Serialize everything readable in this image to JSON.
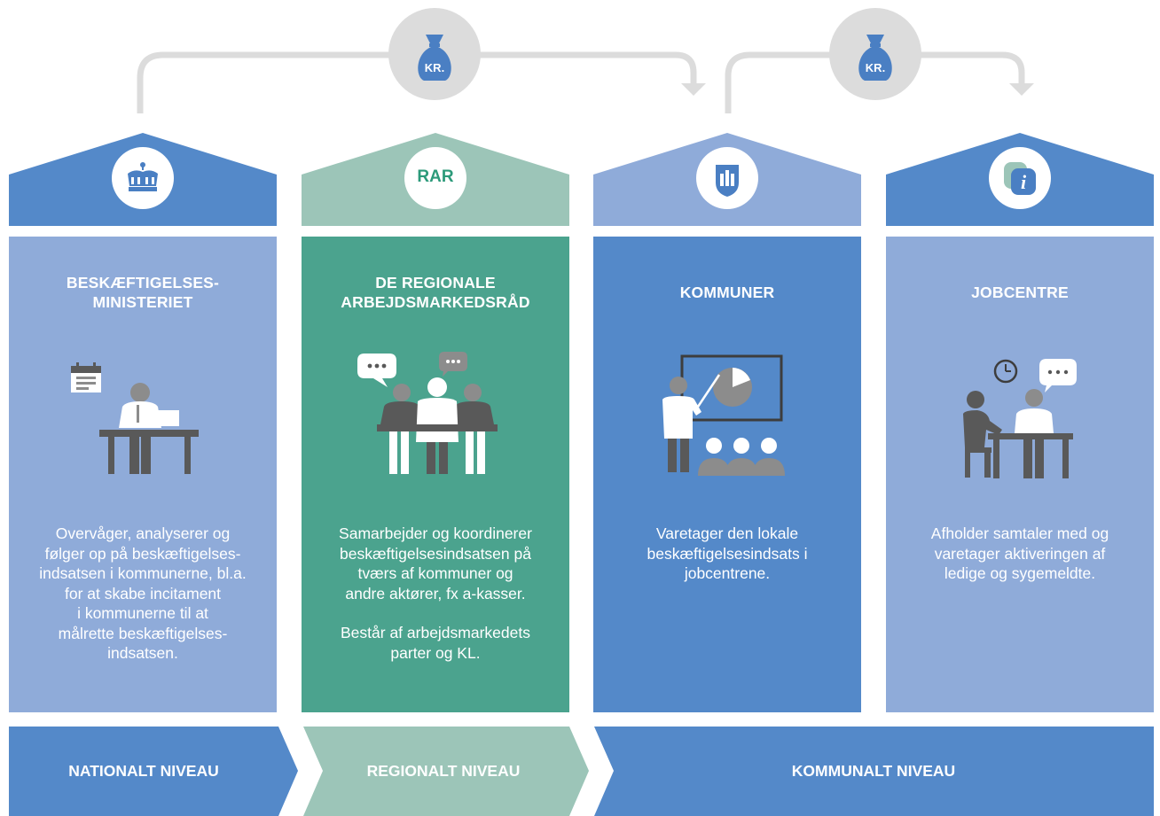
{
  "money_flow": {
    "badge_1": {
      "icon": "money-bag-icon",
      "label": "KR."
    },
    "badge_2": {
      "icon": "money-bag-icon",
      "label": "KR."
    }
  },
  "columns": [
    {
      "id": "ministeriet",
      "roof_icon": "crown-icon",
      "title_lines": [
        "BESKÆFTIGELSES-",
        "MINISTERIET"
      ],
      "illustration": "person-at-desk-with-calendar-icon",
      "description": [
        "Overvåger, analyserer og",
        "følger op på beskæftigelses-",
        "indsatsen i kommunerne, bl.a.",
        "for at skabe incitament",
        "i kommunerne til at",
        "målrette beskæftigelses-",
        "indsatsen."
      ],
      "roof_color": "#5489c9",
      "panel_color": "#8fabd9"
    },
    {
      "id": "rar",
      "roof_icon": "rar-logo",
      "roof_text": "RAR",
      "title_lines": [
        "DE REGIONALE",
        "ARBEJDSMARKEDSRÅD"
      ],
      "illustration": "group-meeting-icon",
      "description": [
        "Samarbejder og koordinerer",
        "beskæftigelsesindsatsen på",
        "tværs af kommuner og",
        "andre aktører, fx a-kasser."
      ],
      "description_2": [
        "Består af arbejdsmarkedets",
        "parter og KL."
      ],
      "roof_color": "#9cc5b8",
      "panel_color": "#4ba38e"
    },
    {
      "id": "kommuner",
      "roof_icon": "municipality-shield-icon",
      "title_lines": [
        "KOMMUNER"
      ],
      "illustration": "presentation-icon",
      "description": [
        "Varetager den lokale",
        "beskæftigelsesindsats i",
        "jobcentrene."
      ],
      "roof_color": "#8fabd9",
      "panel_color": "#5489c9"
    },
    {
      "id": "jobcentre",
      "roof_icon": "jobcenter-logo-icon",
      "title_lines": [
        "JOBCENTRE"
      ],
      "illustration": "conversation-at-table-icon",
      "description": [
        "Afholder samtaler med og",
        "varetager aktiveringen af",
        "ledige og sygemeldte."
      ],
      "roof_color": "#5489c9",
      "panel_color": "#8fabd9"
    }
  ],
  "levels": [
    {
      "label": "NATIONALT NIVEAU",
      "color": "#5489c9"
    },
    {
      "label": "REGIONALT NIVEAU",
      "color": "#9cc5b8"
    },
    {
      "label": "KOMMUNALT NIVEAU",
      "color": "#5489c9"
    }
  ],
  "colors": {
    "connector": "#dcdcdc",
    "bag": "#4a7fc3",
    "figure": "#8c8c8c",
    "figure_dark": "#595959",
    "rar_green": "#2c9a7a"
  }
}
